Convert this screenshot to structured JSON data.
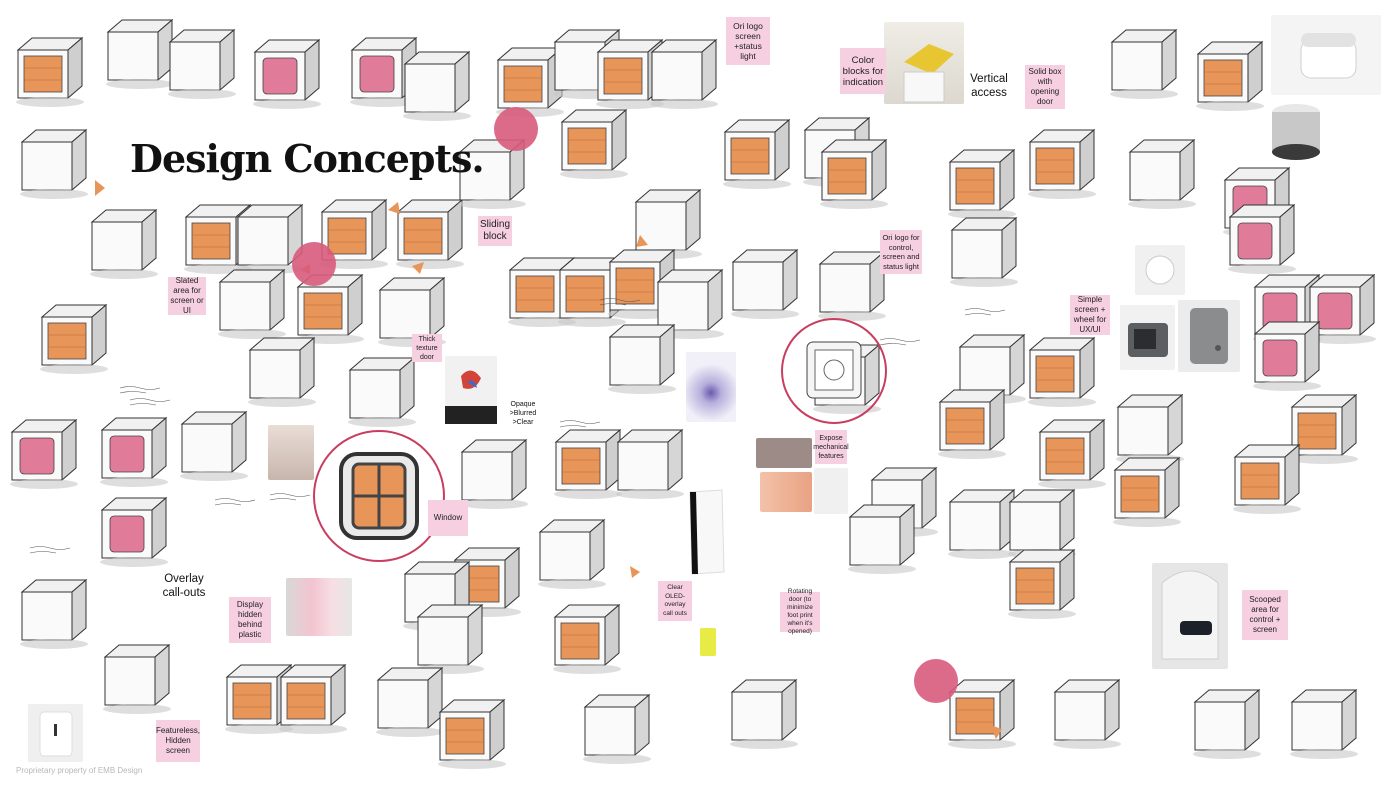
{
  "title": "Design Concepts.",
  "footer": "Proprietary property of EMB Design",
  "notes": {
    "ori_logo": "Ori logo screen +status light",
    "color_blocks": "Color blocks for indication",
    "vertical_access": "Vertical access",
    "solid_box": "Solid box with opening door",
    "sliding_block": "Sliding block",
    "slated_area": "Slated area for screen or UI",
    "thick_texture": "Thick texture door",
    "opaque": "Opaque >Blurred >Clear",
    "ori_logo_control": "Ori logo for control, screen and status light",
    "simple_screen": "Simple screen + wheel for UX/UI",
    "expose": "Expose mechanical features",
    "window": "Window",
    "overlay": "Overlay call-outs",
    "display_hidden": "Display hidden behind plastic",
    "clear_oled": "Clear OLED-overlay call outs",
    "rotating_door": "Rotating door (to minimize foot print when it's opened)",
    "scooped": "Scooped area for control + screen",
    "featureless": "Featureless, Hidden screen"
  },
  "colors": {
    "accent_dot": "#d85a7c",
    "ring": "#c93d5e",
    "note_bg": "#f6cfe0",
    "orange": "#e8955a",
    "pink": "#e07b9a"
  }
}
